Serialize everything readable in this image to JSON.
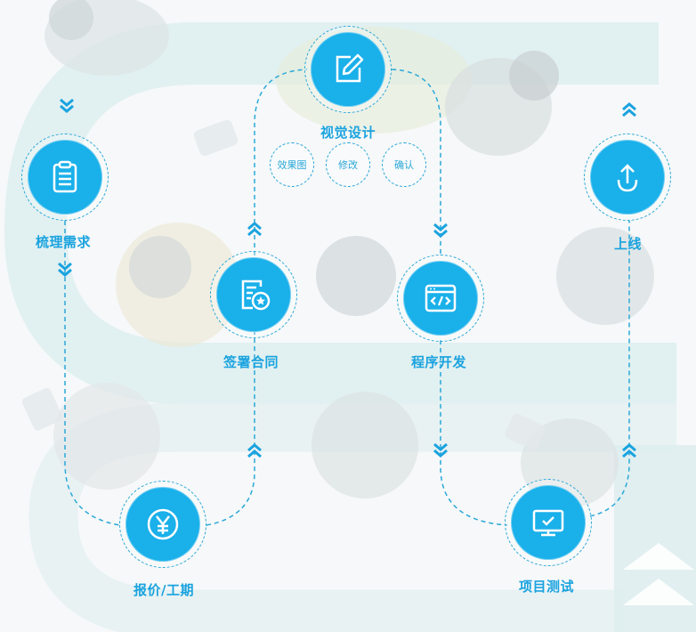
{
  "colors": {
    "accent": "#1ab0ea",
    "accent_dark": "#1aa3df",
    "dashed": "#2aa8d8",
    "background": "#f6f8f9"
  },
  "steps": [
    {
      "label": "梳理需求",
      "icon": "clipboard-icon"
    },
    {
      "label": "报价/工期",
      "icon": "yen-icon"
    },
    {
      "label": "签署合同",
      "icon": "contract-icon"
    },
    {
      "label": "视觉设计",
      "icon": "pencil-edit-icon"
    },
    {
      "label": "程序开发",
      "icon": "code-window-icon"
    },
    {
      "label": "项目测试",
      "icon": "monitor-check-icon"
    },
    {
      "label": "上线",
      "icon": "upload-arrow-icon"
    }
  ],
  "design_substeps": [
    "效果图",
    "修改",
    "确认"
  ]
}
